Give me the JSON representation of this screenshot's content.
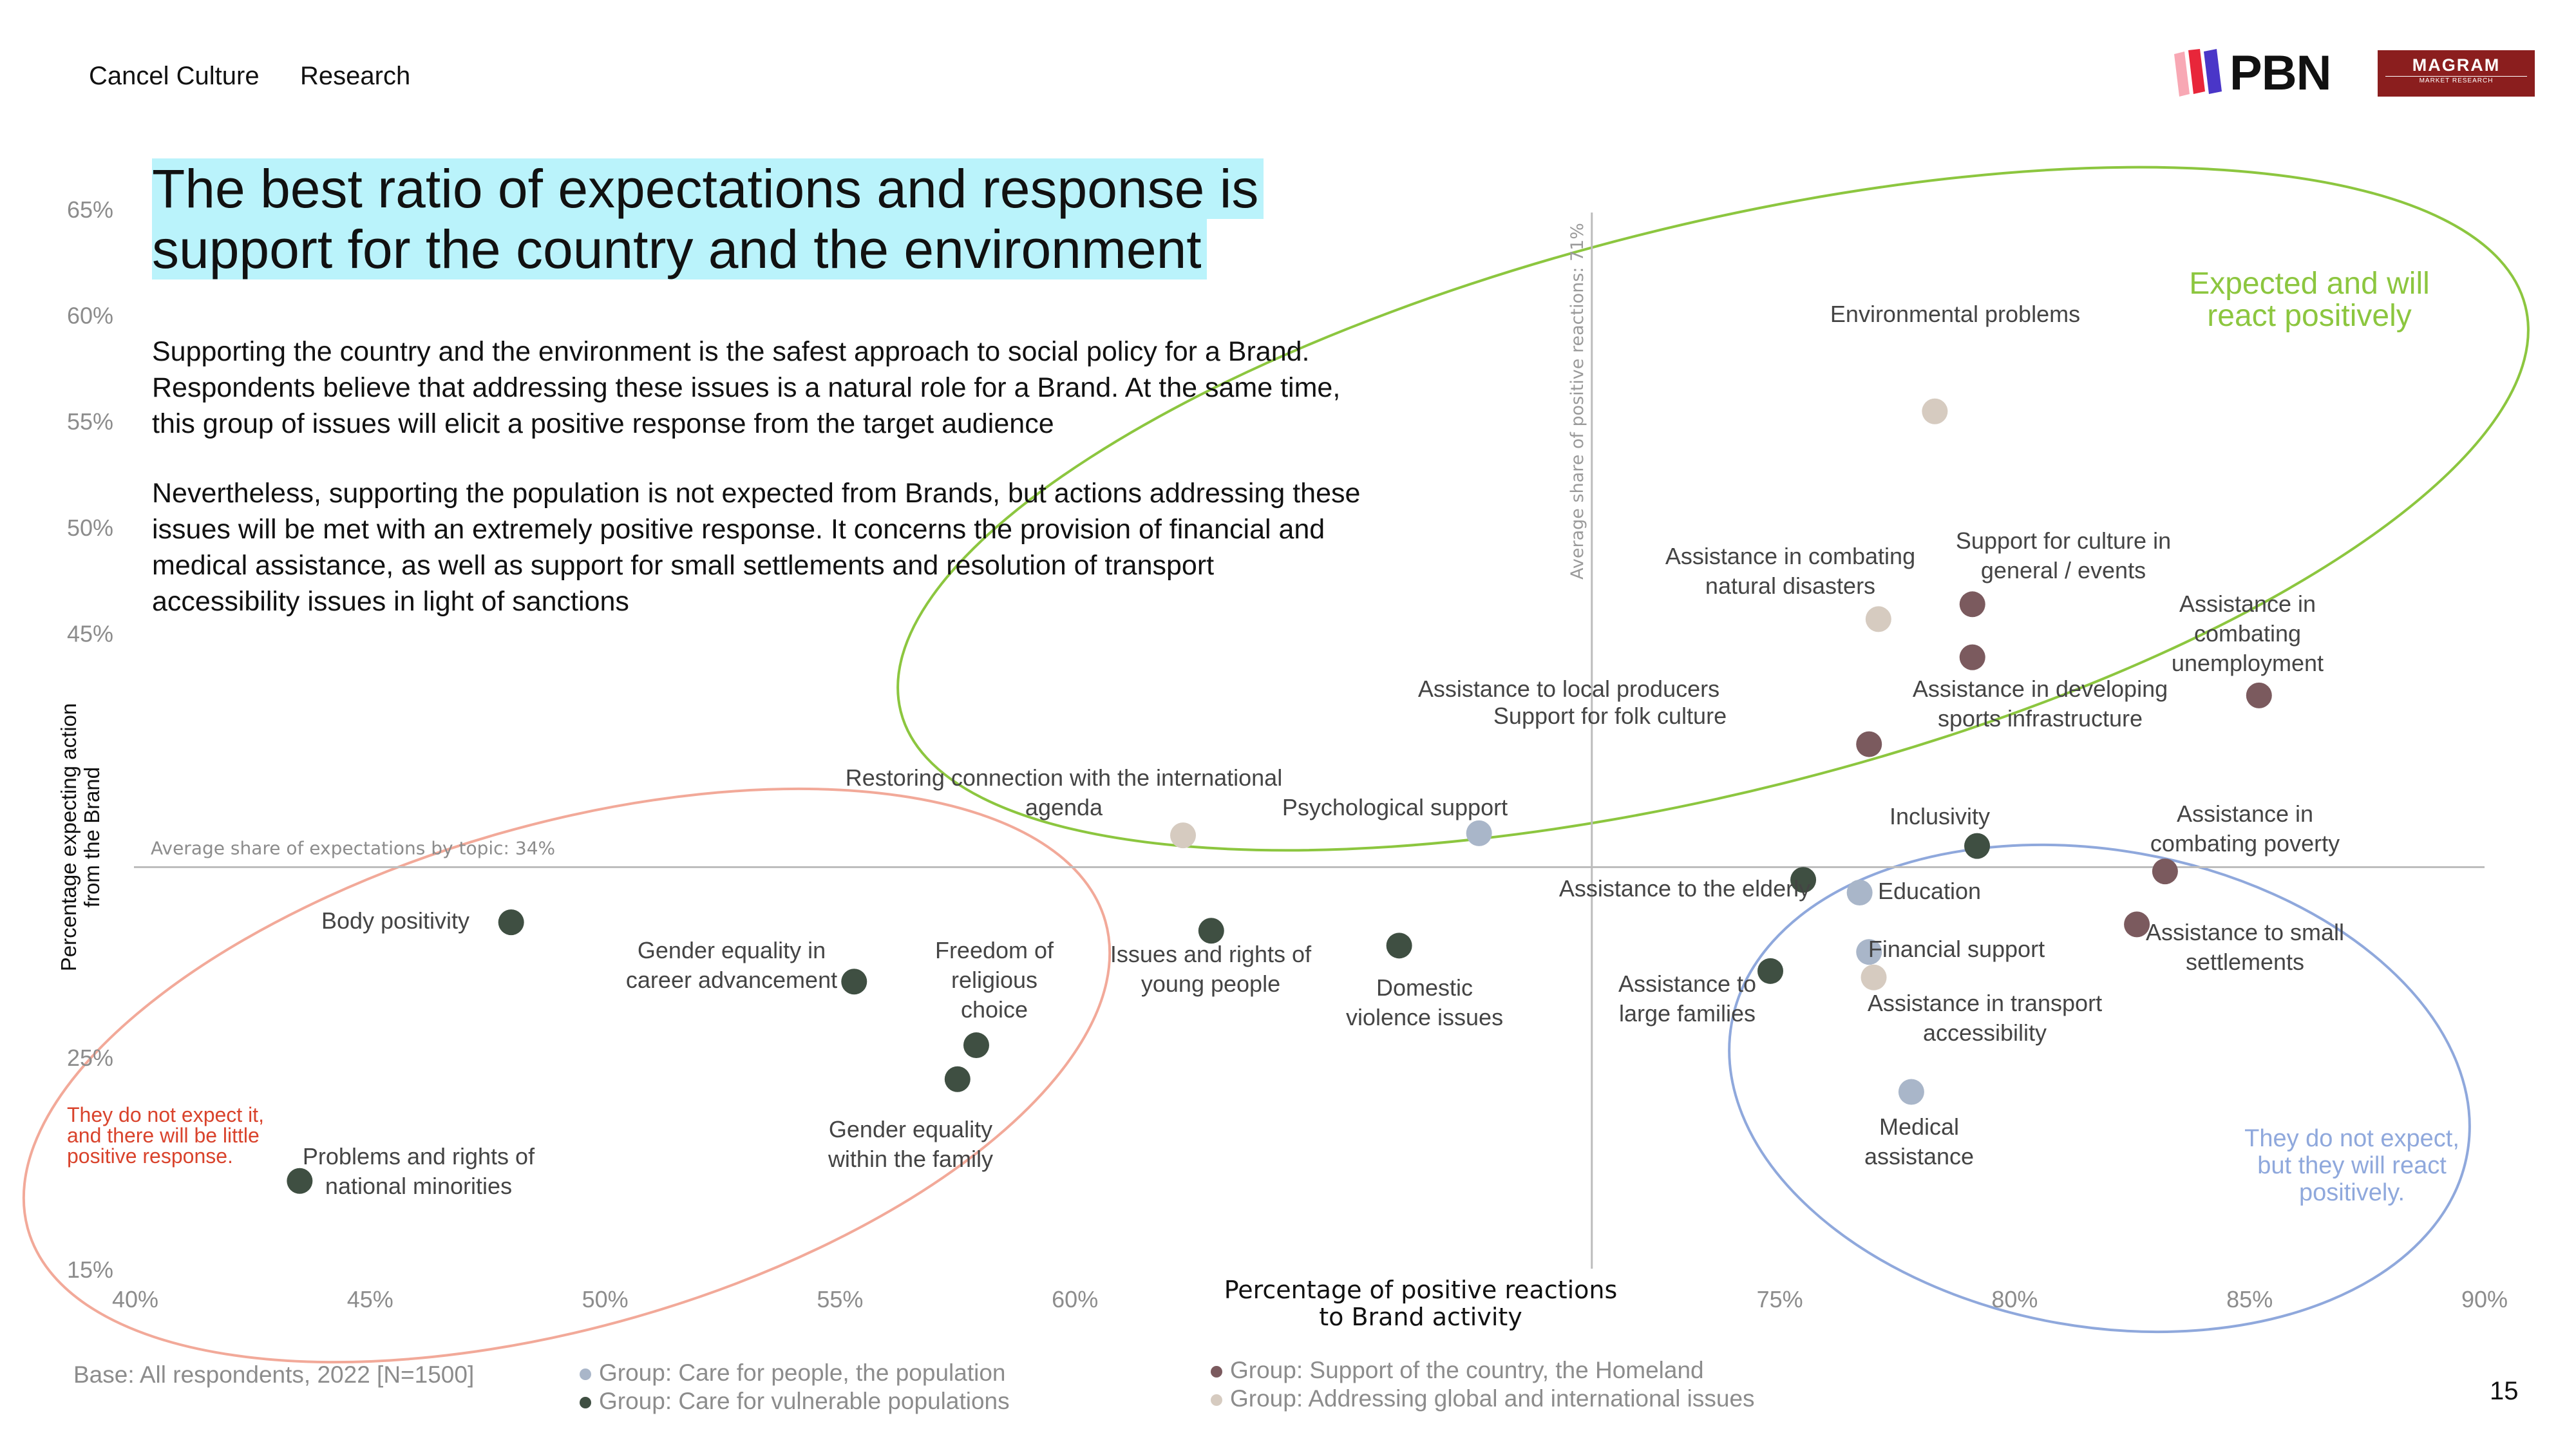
{
  "header": {
    "tab1": "Cancel Culture",
    "tab2": "Research",
    "logo_pbn": "PBN",
    "logo_magram": "MAGRAM",
    "logo_magram_sub": "MARKET RESEARCH"
  },
  "title": "The best ratio of expectations and response is support for the country and the environment",
  "paragraph1": "Supporting the country and the environment is the safest approach to social policy for a Brand. Respondents believe that addressing these issues is a natural role for a Brand. At the same time, this group of issues will elicit a positive response from the target audience",
  "paragraph2": "Nevertheless, supporting the population is not expected from Brands, but actions addressing these issues will be met with an extremely positive response. It concerns the provision of financial and medical assistance, as well as support for small settlements and resolution of transport accessibility issues in light of sanctions",
  "footnote": "Base: All respondents, 2022 [N=1500]",
  "page_number": "15",
  "colors": {
    "care_population": "#a9b6c9",
    "vulnerable": "#3f4f42",
    "homeland": "#7b5a5e",
    "global": "#d6cbc0",
    "green_ellipse": "#8cc63f",
    "red_ellipse": "#f2a999",
    "blue_ellipse": "#8fa8dc",
    "red_text": "#d9432c",
    "title_highlight": "#baf3fb"
  },
  "chart_data": {
    "type": "scatter",
    "xlabel": "Percentage of positive reactions to Brand activity",
    "ylabel": "Percentage expecting action from the Brand",
    "xlim": [
      40,
      90
    ],
    "ylim": [
      15,
      65
    ],
    "x_ticks": [
      "40%",
      "45%",
      "50%",
      "55%",
      "60%",
      "75%",
      "80%",
      "85%",
      "90%"
    ],
    "x_tick_values": [
      40,
      45,
      50,
      55,
      60,
      75,
      80,
      85,
      90
    ],
    "y_ticks": [
      "15%",
      "25%",
      "45%",
      "50%",
      "55%",
      "60%",
      "65%"
    ],
    "y_tick_values": [
      15,
      25,
      45,
      50,
      55,
      60,
      65
    ],
    "reference_lines": {
      "vertical": {
        "value": 71,
        "label": "Average share of positive reactions: 71%"
      },
      "horizontal": {
        "value": 34,
        "label": "Average share of expectations by topic: 34%"
      }
    },
    "zones": [
      {
        "label": "Expected and will react positively",
        "color": "green"
      },
      {
        "label": "They do not expect it, and there will be little positive response.",
        "color": "red"
      },
      {
        "label": "They do not expect, but they will react positively.",
        "color": "blue"
      }
    ],
    "series": [
      {
        "name": "Group: Care for people, the population",
        "key": "care_population",
        "points": [
          {
            "label": "Psychological support",
            "x": 68.6,
            "y": 35.6
          },
          {
            "label": "Education",
            "x": 76.7,
            "y": 32.8
          },
          {
            "label": "Financial support",
            "x": 76.9,
            "y": 30.0
          },
          {
            "label": "Medical assistance",
            "x": 77.8,
            "y": 23.4
          }
        ]
      },
      {
        "name": "Group: Care for vulnerable populations",
        "key": "vulnerable",
        "points": [
          {
            "label": "Body positivity",
            "x": 48.0,
            "y": 31.4
          },
          {
            "label": "Gender equality in career advancement",
            "x": 55.3,
            "y": 28.6
          },
          {
            "label": "Freedom of religious choice",
            "x": 57.9,
            "y": 25.6
          },
          {
            "label": "Gender equality within the family",
            "x": 57.5,
            "y": 24.0
          },
          {
            "label": "Issues and rights of young people",
            "x": 62.9,
            "y": 31.0
          },
          {
            "label": "Domestic violence issues",
            "x": 66.9,
            "y": 30.3
          },
          {
            "label": "Problems and rights of national minorities",
            "x": 43.5,
            "y": 19.2
          },
          {
            "label": "Assistance to the elderly",
            "x": 75.5,
            "y": 33.4
          },
          {
            "label": "Assistance to large families",
            "x": 74.8,
            "y": 29.1
          },
          {
            "label": "Inclusivity",
            "x": 79.2,
            "y": 35.0
          }
        ]
      },
      {
        "name": "Group: Support of the country, the Homeland",
        "key": "homeland",
        "points": [
          {
            "label": "Support for culture in general / events",
            "x": 79.1,
            "y": 46.4
          },
          {
            "label": "Assistance in developing sports infrastructure",
            "x": 79.1,
            "y": 43.9
          },
          {
            "label": "Assistance to local producers / Support for folk culture",
            "x": 76.9,
            "y": 39.8
          },
          {
            "label": "Assistance in combating unemployment",
            "x": 85.2,
            "y": 42.1
          },
          {
            "label": "Assistance in combating poverty",
            "x": 83.2,
            "y": 33.8
          },
          {
            "label": "Assistance to small settlements",
            "x": 82.6,
            "y": 31.3
          }
        ]
      },
      {
        "name": "Group: Addressing global and international issues",
        "key": "global",
        "points": [
          {
            "label": "Environmental problems",
            "x": 78.3,
            "y": 55.5
          },
          {
            "label": "Assistance in combating natural disasters",
            "x": 77.1,
            "y": 45.7
          },
          {
            "label": "Restoring connection with the international agenda",
            "x": 62.3,
            "y": 35.5
          },
          {
            "label": "Assistance in transport accessibility",
            "x": 77.0,
            "y": 28.8
          }
        ]
      }
    ]
  }
}
